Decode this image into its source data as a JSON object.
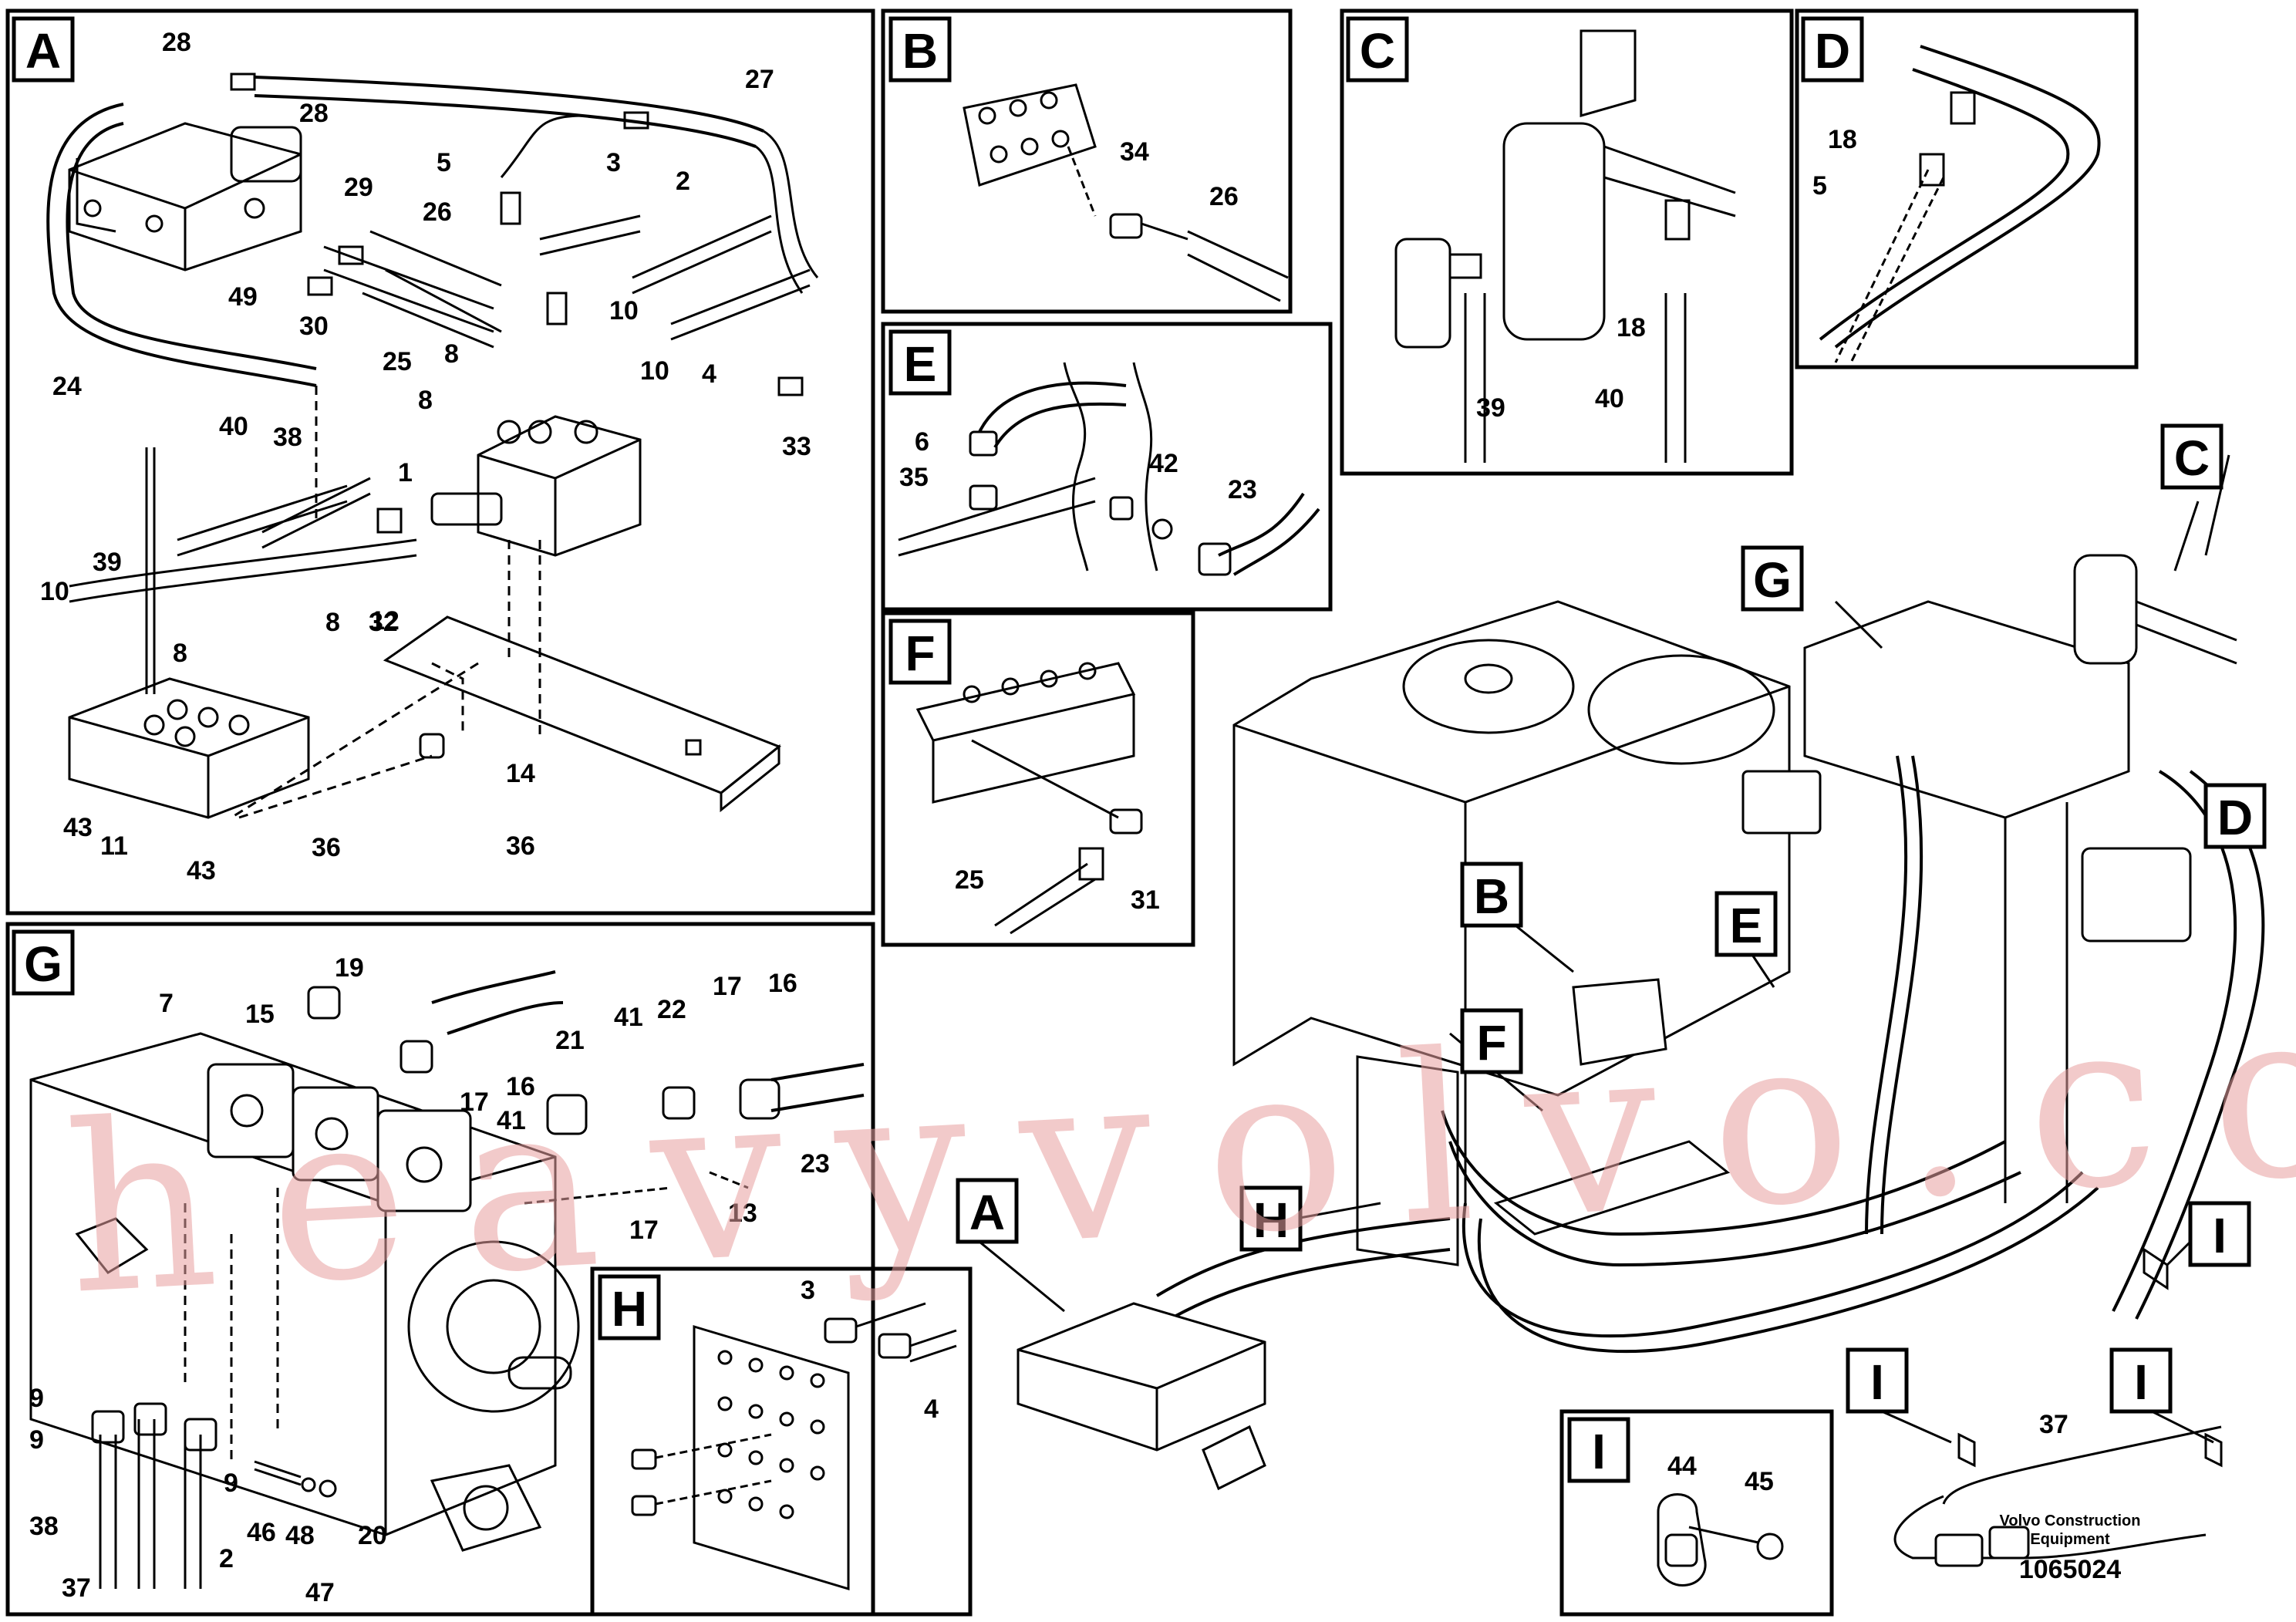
{
  "panels": {
    "A": {
      "letter": "A",
      "callouts": [
        "28",
        "28",
        "29",
        "26",
        "49",
        "30",
        "25",
        "24",
        "5",
        "3",
        "2",
        "27",
        "10",
        "8",
        "8",
        "10",
        "4",
        "33",
        "1",
        "40",
        "38",
        "39",
        "10",
        "8",
        "8",
        "32",
        "12",
        "14",
        "36",
        "43",
        "11",
        "43",
        "36"
      ]
    },
    "B": {
      "letter": "B",
      "callouts": [
        "34",
        "26"
      ]
    },
    "C": {
      "letter": "C",
      "callouts": [
        "18",
        "39",
        "40"
      ]
    },
    "D": {
      "letter": "D",
      "callouts": [
        "18",
        "5"
      ]
    },
    "E": {
      "letter": "E",
      "callouts": [
        "6",
        "35",
        "42",
        "23"
      ]
    },
    "F": {
      "letter": "F",
      "callouts": [
        "25",
        "31"
      ]
    },
    "G": {
      "letter": "G",
      "callouts": [
        "7",
        "15",
        "19",
        "17",
        "16",
        "21",
        "41",
        "22",
        "17",
        "16",
        "41",
        "23",
        "17",
        "13",
        "9",
        "9",
        "9",
        "38",
        "46",
        "48",
        "47",
        "20",
        "37",
        "2"
      ]
    },
    "H": {
      "letter": "H",
      "callouts": [
        "3",
        "4"
      ]
    },
    "I": {
      "letter": "I",
      "callouts": [
        "44",
        "45"
      ]
    }
  },
  "overview": {
    "pointers": [
      "C",
      "G",
      "D",
      "B",
      "E",
      "H",
      "F",
      "A",
      "I",
      "I",
      "I"
    ],
    "callouts": [
      "37"
    ]
  },
  "footer": {
    "company_line1": "Volvo Construction",
    "company_line2": "Equipment",
    "drawing_number": "1065024"
  },
  "watermark": "heavyvolvo.com"
}
